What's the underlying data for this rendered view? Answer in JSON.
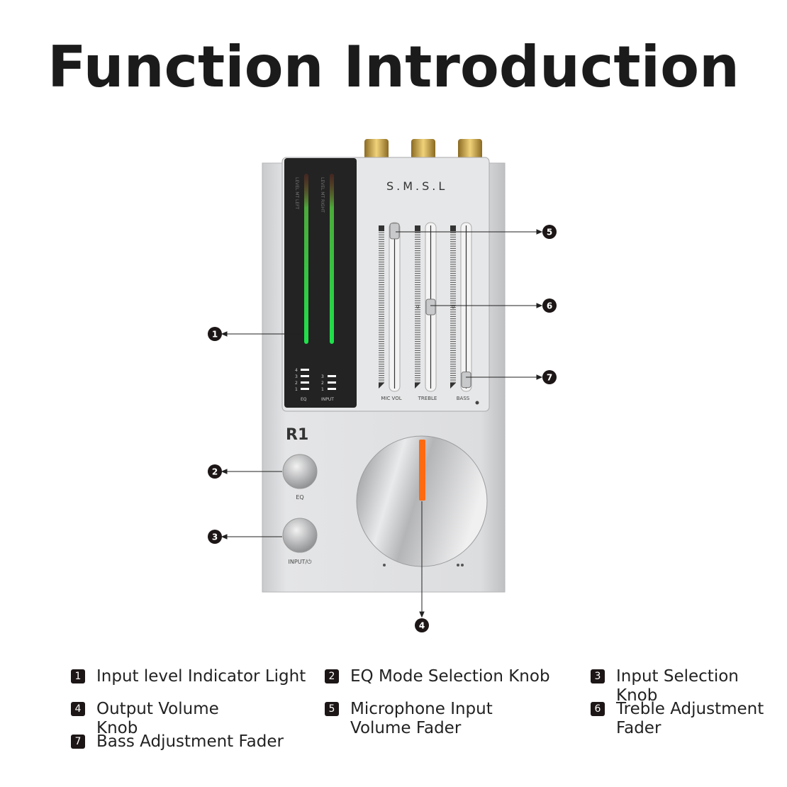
{
  "title": "Function Introduction",
  "device": {
    "brand": "S.M.S.L",
    "model": "R1",
    "meter_left": "LEVEL MT LEFT",
    "meter_right": "LEVEL MT RIGHT",
    "eq_label": "EQ",
    "input_label": "INPUT",
    "eq_levels": [
      "4",
      "3",
      "2",
      "1"
    ],
    "input_levels": [
      "3",
      "2",
      "1"
    ],
    "faders": [
      {
        "label": "MIC VOL",
        "position": 0.97
      },
      {
        "label": "TREBLE",
        "position": 0.5,
        "zero": "0"
      },
      {
        "label": "BASS",
        "position": 0.05,
        "zero": "0"
      }
    ],
    "eq_knob_label": "EQ",
    "input_knob_label": "INPUT/⏻",
    "accent": "#ff6a10"
  },
  "callouts": [
    "1",
    "2",
    "3",
    "4",
    "5",
    "6",
    "7"
  ],
  "legend": [
    {
      "num": "1",
      "text": "Input level Indicator Light"
    },
    {
      "num": "2",
      "text": "EQ Mode Selection Knob"
    },
    {
      "num": "3",
      "text": "Input Selection Knob"
    },
    {
      "num": "4",
      "text": "Output Volume Knob"
    },
    {
      "num": "5",
      "text": "Microphone Input Volume Fader"
    },
    {
      "num": "6",
      "text": "Treble Adjustment Fader"
    },
    {
      "num": "7",
      "text": "Bass Adjustment Fader"
    }
  ]
}
